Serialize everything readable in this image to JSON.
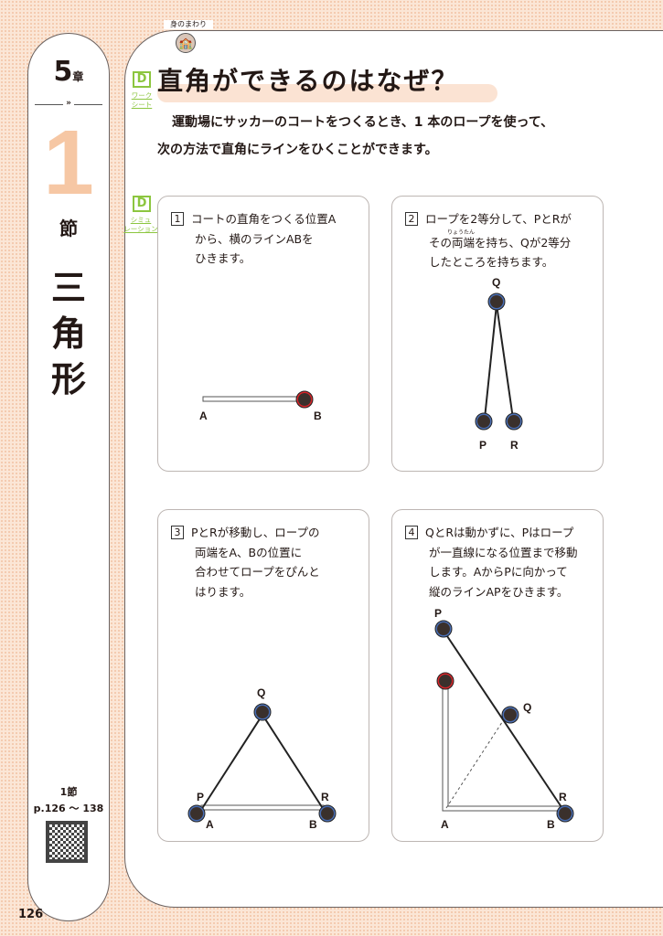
{
  "sidebar": {
    "chapter_num": "5",
    "chapter_suffix": "章",
    "section_num": "1",
    "section_suffix": "節",
    "section_title": "三角形",
    "ref_section": "1節",
    "ref_pages": "p.126 ～ 138"
  },
  "page_number": "126",
  "header": {
    "tag": "身のまわり",
    "icon": "school-building-icon"
  },
  "title": {
    "badge": "D",
    "badge_label": "ワーク\nシート",
    "text": "直角ができるのはなぜ？"
  },
  "intro": [
    "運動場にサッカーのコートをつくるとき、1 本のロープを使って、",
    "次の方法で直角にラインをひくことができます。"
  ],
  "sim": {
    "badge": "D",
    "label": "シミュ\nレーション"
  },
  "steps": [
    {
      "num": "1",
      "lines": [
        "コートの直角をつくる位置A",
        "から、横のラインABを",
        "ひきます。"
      ],
      "labels": {
        "A": "A",
        "B": "B"
      }
    },
    {
      "num": "2",
      "lines": [
        "ロープを2等分して、PとRが",
        "その両端を持ち、Qが2等分",
        "したところを持ちます。"
      ],
      "ruby": "りょうたん",
      "labels": {
        "Q": "Q",
        "P": "P",
        "R": "R"
      }
    },
    {
      "num": "3",
      "lines": [
        "PとRが移動し、ロープの",
        "両端をA、Bの位置に",
        "合わせてロープをぴんと",
        "はります。"
      ],
      "labels": {
        "Q": "Q",
        "P": "P",
        "R": "R",
        "A": "A",
        "B": "B"
      }
    },
    {
      "num": "4",
      "lines": [
        "QとRは動かずに、Pはロープ",
        "が一直線になる位置まで移動",
        "します。AからPに向かって",
        "縦のラインAPをひきます。"
      ],
      "labels": {
        "P": "P",
        "Q": "Q",
        "R": "R",
        "A": "A",
        "B": "B"
      }
    }
  ],
  "colors": {
    "accent_green": "#8cc63f",
    "title_highlight": "#fbe3d3",
    "person_blue": "#4a6fb5",
    "person_red": "#d9262b"
  }
}
